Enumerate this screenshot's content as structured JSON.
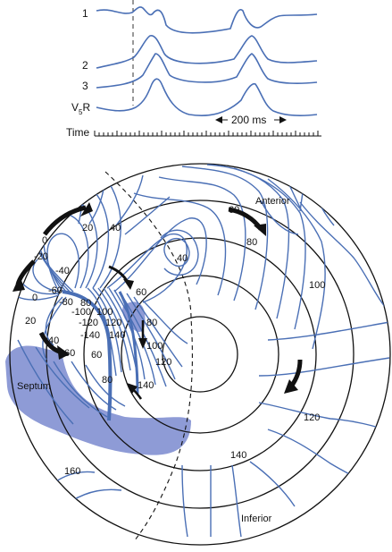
{
  "traces": {
    "labels": [
      "1",
      "2",
      "3",
      "V5R"
    ],
    "v5r_main": "V",
    "v5r_sub": "5",
    "v5r_end": "R",
    "time_label": "Time",
    "scale_label": "200 ms"
  },
  "map": {
    "region_labels": {
      "anterior": "Anterior",
      "inferior": "Inferior",
      "septum": "Septum"
    },
    "isochrone_labels": [
      "0",
      "20",
      "40",
      "-20",
      "-40",
      "-60",
      "-80",
      "-100",
      "-120",
      "-140",
      "0",
      "20",
      "40",
      "60",
      "80",
      "100",
      "120",
      "140",
      "60",
      "80",
      "60",
      "80",
      "100",
      "120",
      "140",
      "60",
      "80",
      "100",
      "40",
      "140",
      "120",
      "160",
      "100"
    ]
  },
  "colors": {
    "trace": "#4a6fb5",
    "septum_fill": "#8e9bd6",
    "ink": "#111111"
  }
}
